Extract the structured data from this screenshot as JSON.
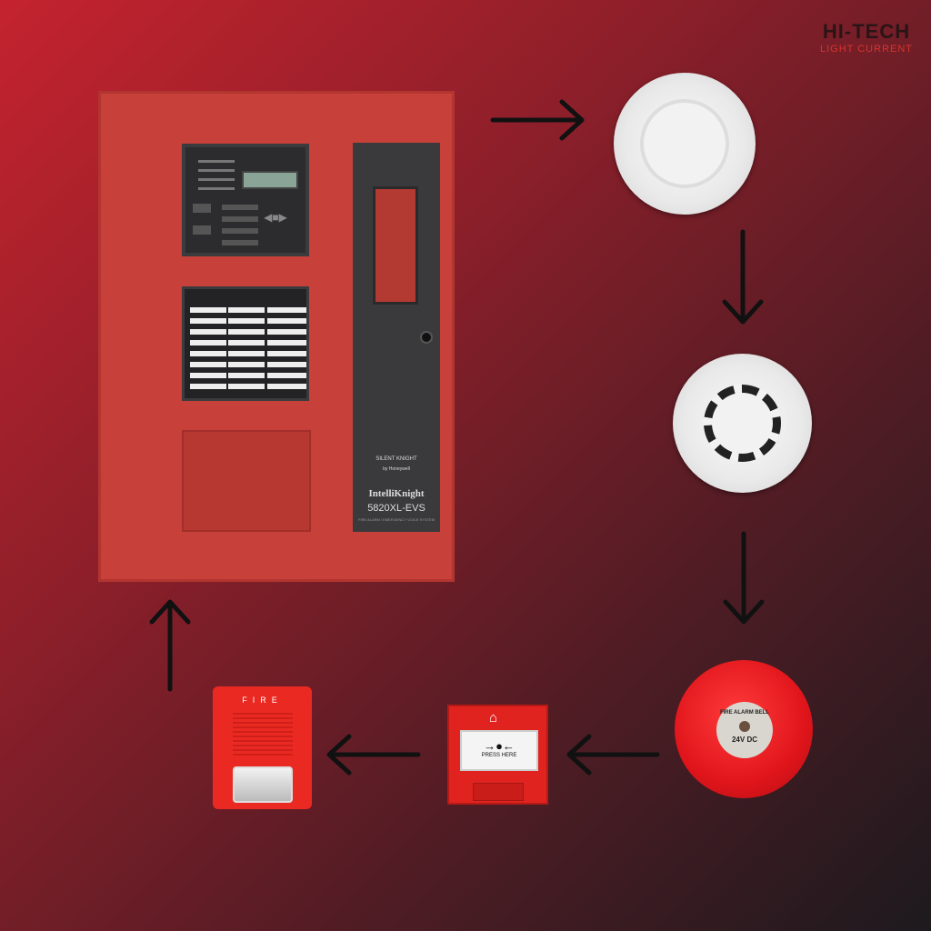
{
  "logo": {
    "brand": "HI-TECH",
    "tagline": "LIGHT CURRENT"
  },
  "panel": {
    "maker": "SILENT KNIGHT",
    "maker_sub": "by Honeywell",
    "product": "IntelliKnight",
    "model": "5820XL-EVS",
    "model_sub": "FIRE ALARM / EMERGENCY VOICE SYSTEM"
  },
  "devices": {
    "bell": {
      "label": "FIRE ALARM BELL",
      "voltage": "24V DC"
    },
    "call_point": {
      "instruction": "PRESS HERE"
    },
    "strobe": {
      "label": "FIRE"
    }
  },
  "colors": {
    "accent": "#e0231f",
    "background_start": "#c4232e",
    "background_end": "#1d1a1e"
  }
}
